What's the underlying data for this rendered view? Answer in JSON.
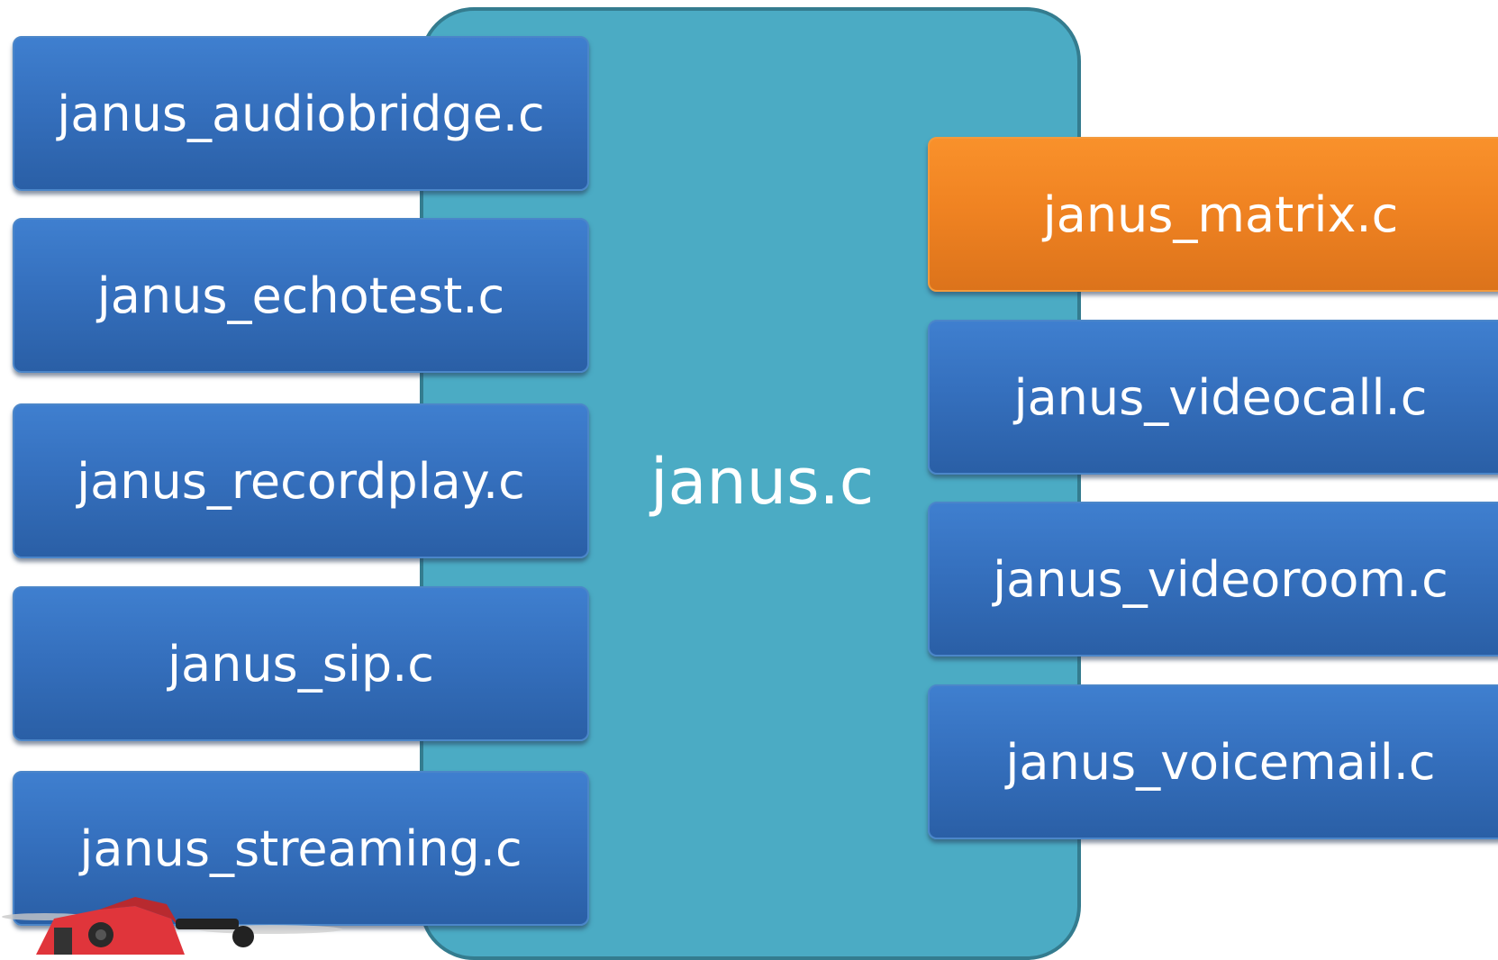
{
  "core": {
    "label": "janus.c"
  },
  "plugins_left": [
    {
      "label": "janus_audiobridge.c",
      "color": "#3a78c6"
    },
    {
      "label": "janus_echotest.c",
      "color": "#3a78c6"
    },
    {
      "label": "janus_recordplay.c",
      "color": "#3a78c6"
    },
    {
      "label": "janus_sip.c",
      "color": "#3a78c6"
    },
    {
      "label": "janus_streaming.c",
      "color": "#3a78c6"
    }
  ],
  "plugins_right": [
    {
      "label": "janus_matrix.c",
      "color": "#f08322"
    },
    {
      "label": "janus_videocall.c",
      "color": "#3a78c6"
    },
    {
      "label": "janus_videoroom.c",
      "color": "#3a78c6"
    },
    {
      "label": "janus_voicemail.c",
      "color": "#3a78c6"
    }
  ],
  "colors": {
    "core_fill": "#4babc4",
    "core_border": "#347c8f",
    "plugin_blue": "#3a78c6",
    "plugin_orange": "#f08322"
  }
}
